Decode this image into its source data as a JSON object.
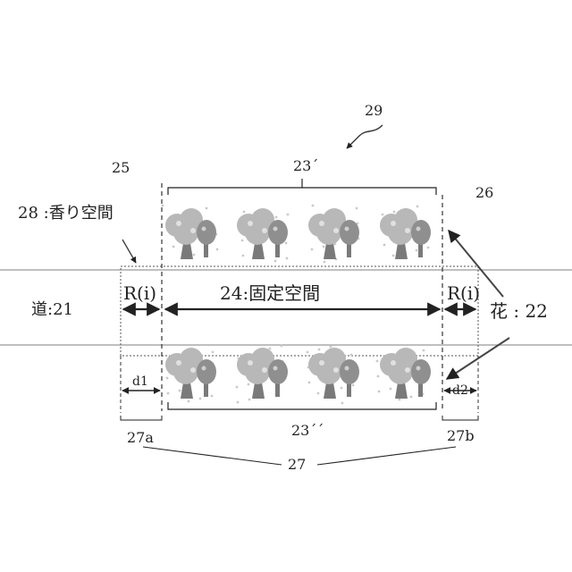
{
  "labels": {
    "ref_29": "29",
    "ref_25": "25",
    "ref_23_top": "23´",
    "ref_26": "26",
    "scent_space": "28 :香り空間",
    "road": "道:21",
    "r_left": "R(i)",
    "fixed_space": "24:固定空間",
    "r_right": "R(i)",
    "flowers": "花 : 22",
    "d1": "d1",
    "d2": "d2",
    "ref_23_bottom": "23´´",
    "ref_27a": "27a",
    "ref_27b": "27b",
    "ref_27": "27"
  },
  "colors": {
    "line": "#222222",
    "road_edge": "#888888",
    "tree_crown": "#b8b8b8",
    "tree_crown_dark": "#8f8f8f",
    "tree_trunk": "#7a7a7a",
    "speckle": "#c9c9c9"
  }
}
